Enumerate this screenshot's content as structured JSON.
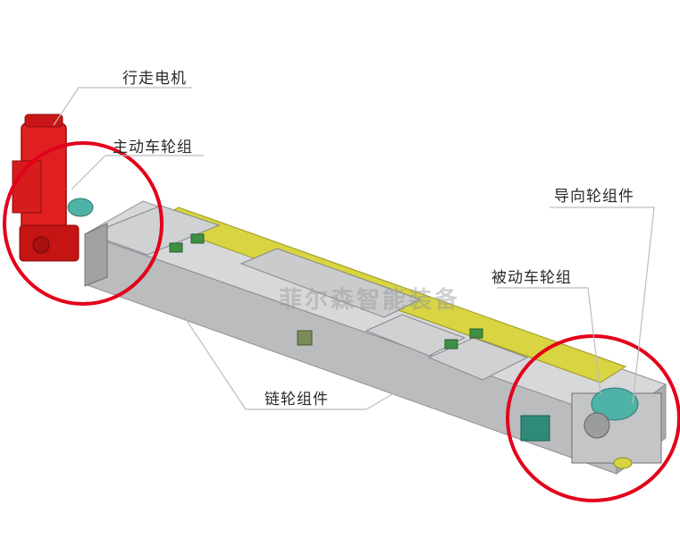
{
  "labels": {
    "travel_motor": "行走电机",
    "driving_wheel": "主动车轮组",
    "guide_wheel": "导向轮组件",
    "driven_wheel": "被动车轮组",
    "sprocket": "链轮组件"
  },
  "watermark": "菲尔森智能装备",
  "colors": {
    "motor_red": "#e02020",
    "rail_yellow": "#d8d442",
    "frame_gray": "#b9bbbd",
    "highlight_circle": "#e3001b",
    "roller_teal": "#4fb2a7"
  }
}
